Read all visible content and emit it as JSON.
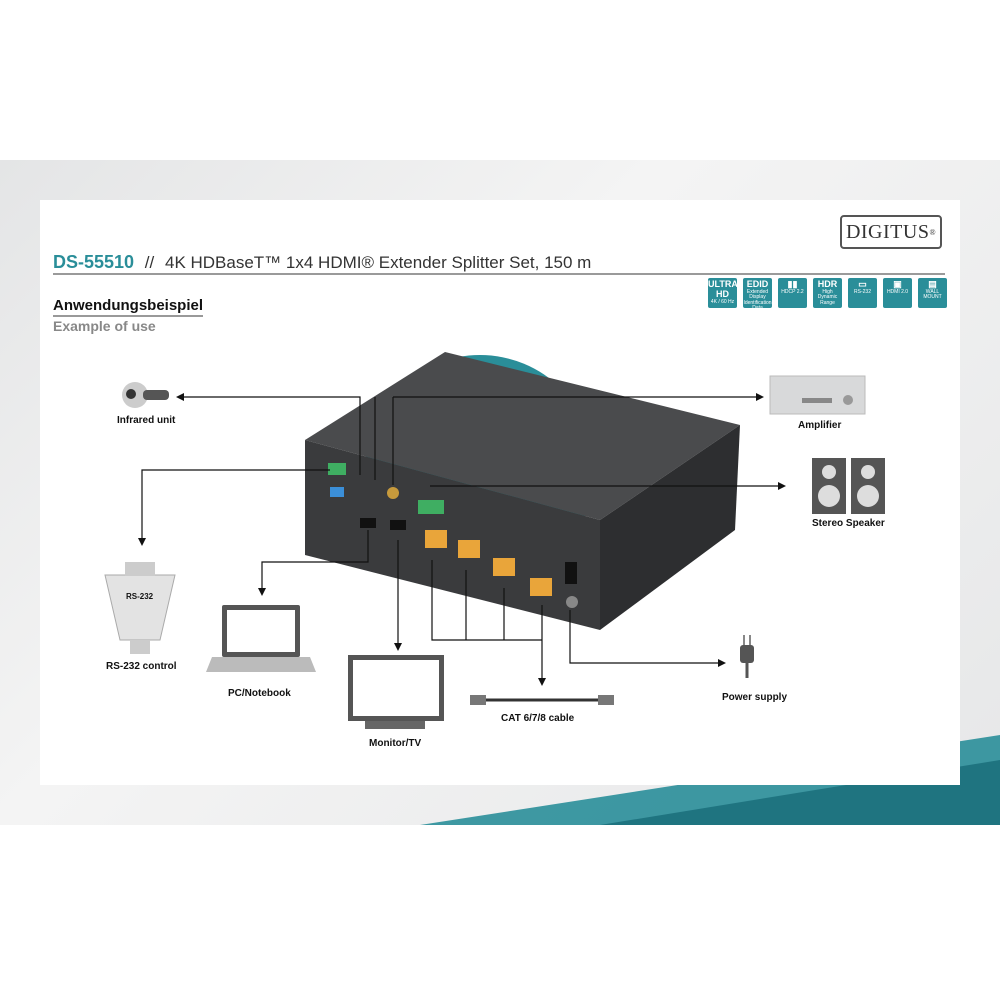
{
  "brand": "DIGITUS",
  "header": {
    "model": "DS-55510",
    "separator": "//",
    "title": "4K HDBaseT™ 1x4 HDMI® Extender Splitter Set, 150 m"
  },
  "section": {
    "title_de": "Anwendungsbeispiel",
    "title_en": "Example of use"
  },
  "badges": [
    {
      "main": "ULTRA HD",
      "sub": "4K / 60 Hz"
    },
    {
      "main": "EDID",
      "sub": "Extended Display Identification Data"
    },
    {
      "main": "",
      "sub": "HDCP 2.2"
    },
    {
      "main": "HDR",
      "sub": "High Dynamic Range"
    },
    {
      "main": "",
      "sub": "RS-232"
    },
    {
      "main": "",
      "sub": "HDMI 2.0"
    },
    {
      "main": "",
      "sub": "WALL MOUNT"
    }
  ],
  "labels": {
    "infrared": "Infrared unit",
    "amplifier": "Amplifier",
    "speaker": "Stereo Speaker",
    "rs232": "RS-232 control",
    "rs232_connector": "RS-232",
    "pc": "PC/Notebook",
    "monitor": "Monitor/TV",
    "cable": "CAT 6/7/8 cable",
    "power": "Power supply"
  },
  "colors": {
    "accent": "#2a8e99",
    "device": "#3a3b3d"
  }
}
